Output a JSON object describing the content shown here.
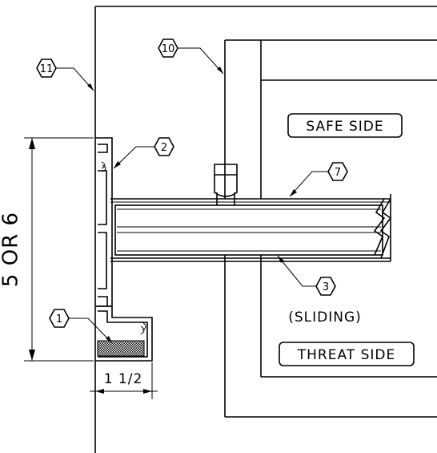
{
  "callouts": {
    "c1": "1",
    "c2": "2",
    "c3": "3",
    "c7": "7",
    "c10": "10",
    "c11": "11"
  },
  "labels": {
    "safe_side": "SAFE SIDE",
    "threat_side": "THREAT SIDE",
    "sliding": "(SLIDING)"
  },
  "dimensions": {
    "height": "5 OR 6",
    "width": "1 1/2"
  }
}
